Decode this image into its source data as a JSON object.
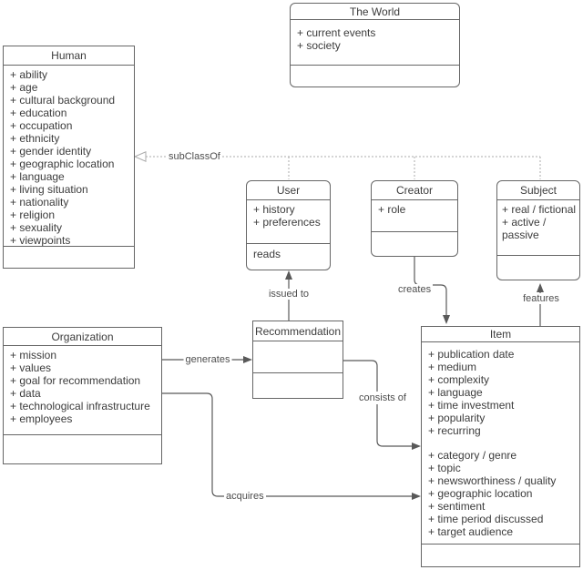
{
  "classes": {
    "human": {
      "title": "Human",
      "attributes": [
        "+ ability",
        "+ age",
        "+ cultural background",
        "+ education",
        "+ occupation",
        "+ ethnicity",
        "+ gender identity",
        "+ geographic location",
        "+ language",
        "+ living situation",
        "+ nationality",
        "+ religion",
        "+ sexuality",
        "+ viewpoints"
      ]
    },
    "world": {
      "title": "The World",
      "attributes": [
        "+ current events",
        "+ society"
      ]
    },
    "user": {
      "title": "User",
      "attributes": [
        "+ history",
        "+ preferences"
      ],
      "operations": [
        "reads"
      ]
    },
    "creator": {
      "title": "Creator",
      "attributes": [
        "+ role"
      ]
    },
    "subject": {
      "title": "Subject",
      "attributes": [
        "+ real / fictional",
        "+ active / passive"
      ]
    },
    "organization": {
      "title": "Organization",
      "attributes": [
        "+ mission",
        "+ values",
        "+ goal for recommendation",
        "+ data",
        "+ technological infrastructure",
        "+ employees"
      ]
    },
    "recommendation": {
      "title": "Recommendation"
    },
    "item": {
      "title": "Item",
      "attributes_primary": [
        "+ publication date",
        "+ medium",
        "+ complexity",
        "+ language",
        "+ time investment",
        "+ popularity",
        "+ recurring"
      ],
      "attributes_secondary": [
        "+ category / genre",
        "+ topic",
        "+ newsworthiness / quality",
        "+ geographic location",
        "+ sentiment",
        "+ time period discussed",
        "+ target audience"
      ]
    }
  },
  "edges": {
    "subclassof_label": "subClassOf",
    "issued_to_label": "issued to",
    "creates_label": "creates",
    "features_label": "features",
    "generates_label": "generates",
    "consists_of_label": "consists of",
    "acquires_label": "acquires"
  },
  "colors": {
    "border": "#666666",
    "text": "#3c3c3c",
    "connector": "#595959",
    "dashed": "#ababab",
    "label_text": "#4d4d4d",
    "background": "#ffffff"
  }
}
